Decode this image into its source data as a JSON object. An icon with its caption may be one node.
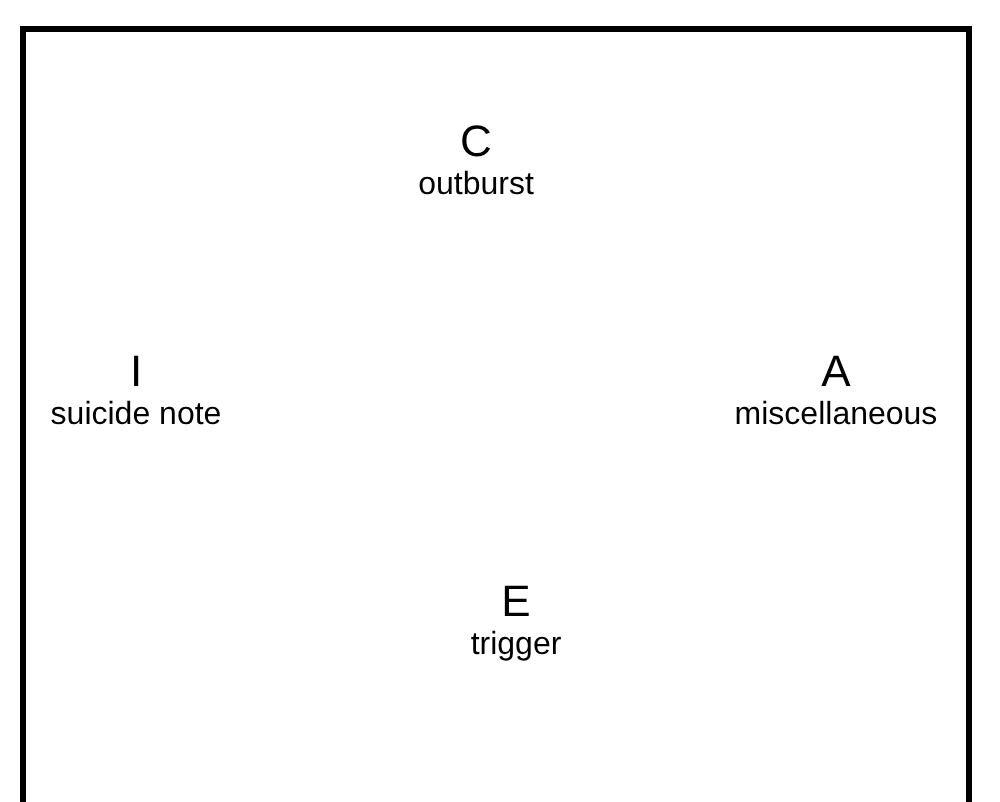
{
  "diagram": {
    "nodes": [
      {
        "text": [],
        "shape": "box"
      },
      {
        "text": [
          "C",
          "outburst"
        ],
        "in": 0
      },
      {
        "text": [
          "I",
          "suicide note"
        ],
        "in": 0
      },
      {
        "text": [
          "A",
          "miscellaneous"
        ],
        "in": 0
      },
      {
        "text": [
          "E",
          "trigger"
        ],
        "in": 0
      }
    ]
  }
}
